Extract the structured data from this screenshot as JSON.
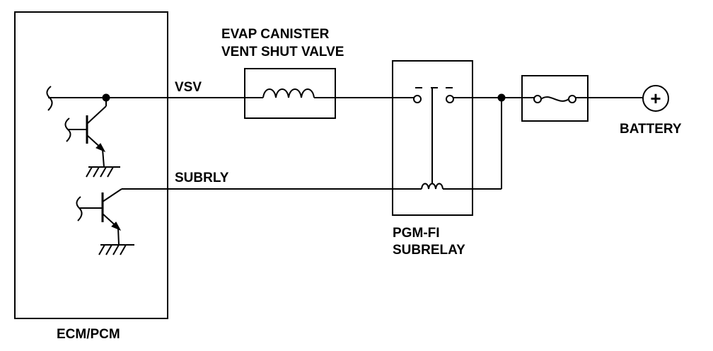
{
  "labels": {
    "evap_line1": "EVAP CANISTER",
    "evap_line2": "VENT SHUT VALVE",
    "vsv": "VSV",
    "subrly": "SUBRLY",
    "pgmfi_line1": "PGM-FI",
    "pgmfi_line2": "SUBRELAY",
    "battery": "BATTERY",
    "ecm": "ECM/PCM"
  },
  "battery_symbol": "+"
}
